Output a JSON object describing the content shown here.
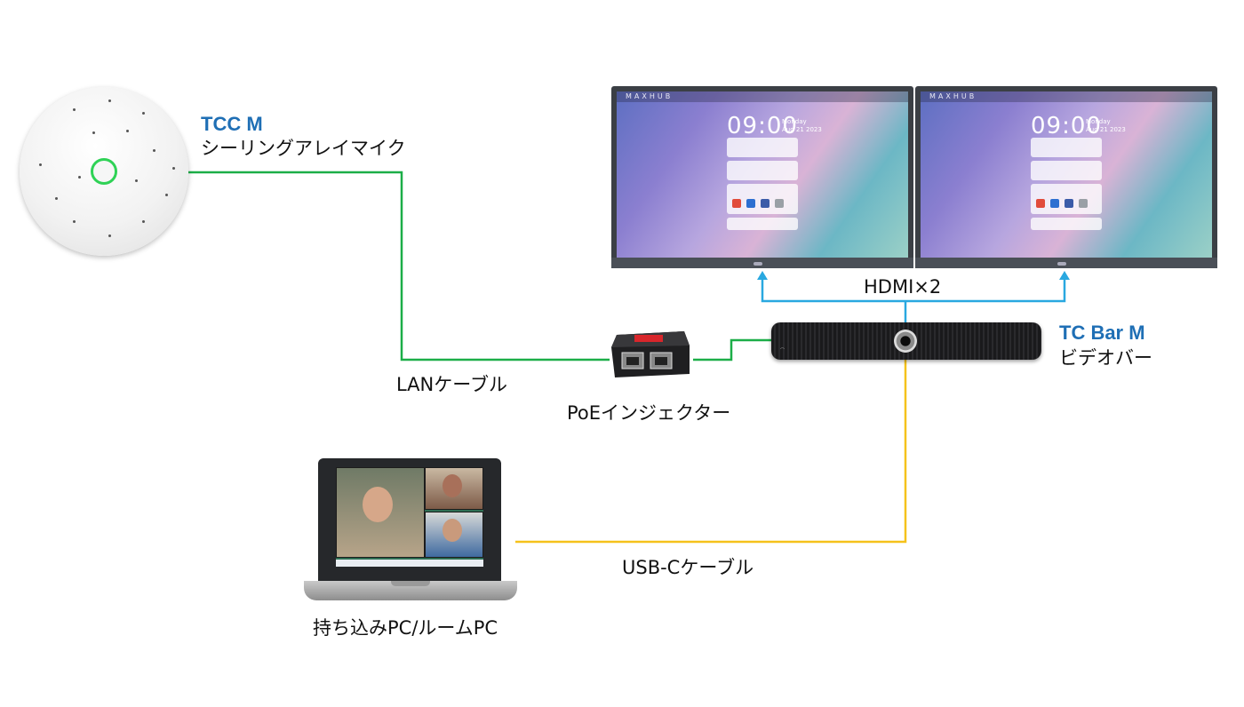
{
  "devices": {
    "mic": {
      "title": "TCC M",
      "subtitle": "シーリングアレイマイク"
    },
    "bar": {
      "title": "TC Bar M",
      "subtitle": "ビデオバー"
    },
    "poe": {
      "label": "PoEインジェクター"
    },
    "laptop": {
      "label": "持ち込みPC/ルームPC"
    }
  },
  "cables": {
    "lan": "LANケーブル",
    "hdmi": "HDMI×2",
    "usbc": "USB-Cケーブル"
  },
  "display": {
    "brand": "MAXHUB",
    "time": "09:00",
    "day": "Monday",
    "date": "Aug 21 2023"
  },
  "colors": {
    "lan": "#1cae48",
    "hdmi": "#29a8e0",
    "usbc": "#f5c21b",
    "title": "#1f6fb5"
  }
}
